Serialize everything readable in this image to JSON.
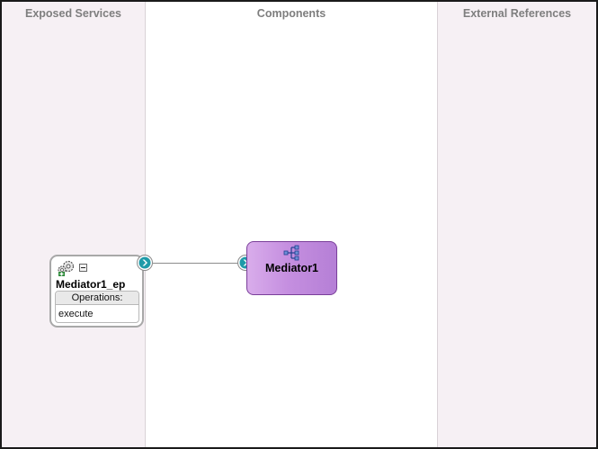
{
  "lanes": {
    "exposed_services": "Exposed Services",
    "components": "Components",
    "external_references": "External References"
  },
  "service": {
    "name": "Mediator1_ep",
    "operations_label": "Operations:",
    "operations": [
      "execute"
    ],
    "icon": "gears-service-icon"
  },
  "component": {
    "name": "Mediator1",
    "icon": "mediator-routing-icon",
    "fill_color": "#c58fe0",
    "border_color": "#7a3f9a"
  },
  "colors": {
    "lane_background": "#f6f0f4",
    "port_accent": "#1e9aa8"
  }
}
